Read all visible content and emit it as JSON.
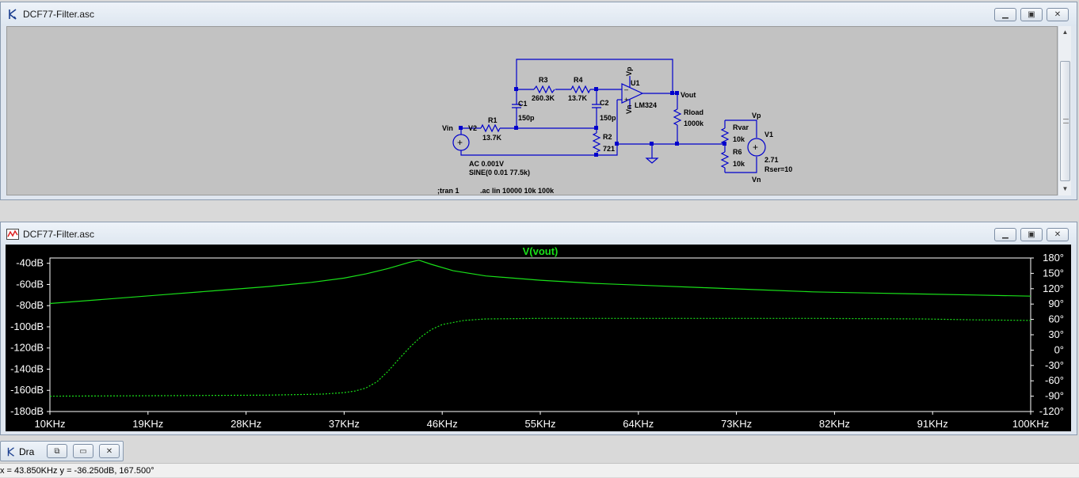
{
  "schematic_window": {
    "title": "DCF77-Filter.asc",
    "icon": "transistor-icon",
    "labels": {
      "r3": "R3",
      "r3_val": "260.3K",
      "r4": "R4",
      "r4_val": "13.7K",
      "u1": "U1",
      "u1_model": "LM324",
      "vp_pin": "Vp",
      "vn_pin": "Vn",
      "vout": "Vout",
      "c1": "C1",
      "c1_val": "150p",
      "c2": "C2",
      "c2_val": "150p",
      "r1": "R1",
      "r1_val": "13.7K",
      "vin": "Vin",
      "v2": "V2",
      "r2": "R2",
      "r2_val": "721",
      "rload": "Rload",
      "rload_val": "1000k",
      "rvar": "Rvar",
      "rvar_val": "10k",
      "r6": "R6",
      "r6_val": "10k",
      "vp": "Vp",
      "vn": "Vn",
      "v1": "V1",
      "v1_val": "2.71",
      "v1_rser": "Rser=10",
      "ac": "AC 0.001V",
      "sine": "SINE(0 0.01 77.5k)",
      "tran": ";tran 1",
      "acdir": ".ac lin 10000 10k 100k"
    }
  },
  "plot_window": {
    "title": "DCF77-Filter.asc",
    "icon": "waveform-icon"
  },
  "task_button": {
    "label": "Dra"
  },
  "status": {
    "text": "x = 43.850KHz    y = -36.250dB, 167.500°"
  },
  "colors": {
    "trace": "#19e019",
    "plot_bg": "#000000",
    "schematic_bg": "#c2c2c2",
    "wire": "#0000cc"
  },
  "chart_data": {
    "type": "line",
    "title": "V(vout)",
    "xlabel": "",
    "ylabel": "",
    "x_ticks": [
      "10KHz",
      "19KHz",
      "28KHz",
      "37KHz",
      "46KHz",
      "55KHz",
      "64KHz",
      "73KHz",
      "82KHz",
      "91KHz",
      "100KHz"
    ],
    "y_left_ticks": [
      "-40dB",
      "-60dB",
      "-80dB",
      "-100dB",
      "-120dB",
      "-140dB",
      "-160dB",
      "-180dB"
    ],
    "y_right_ticks": [
      "180°",
      "150°",
      "120°",
      "90°",
      "60°",
      "30°",
      "0°",
      "-30°",
      "-60°",
      "-90°",
      "-120°"
    ],
    "xlim": [
      10,
      100
    ],
    "ylim_left": [
      -180,
      -35
    ],
    "ylim_right": [
      -120,
      180
    ],
    "grid": false,
    "series": [
      {
        "name": "",
        "style": "solid",
        "axis": "left",
        "x": [
          10,
          15,
          20,
          25,
          30,
          34,
          37,
          39,
          41,
          42,
          43,
          43.85,
          45,
          47,
          50,
          55,
          60,
          65,
          70,
          75,
          80,
          85,
          90,
          95,
          100
        ],
        "y": [
          -78,
          -74,
          -70,
          -66,
          -62,
          -58,
          -54,
          -50,
          -45,
          -42,
          -39,
          -37,
          -41,
          -47,
          -52,
          -56,
          -59,
          -61,
          -63,
          -65,
          -67,
          -68,
          -69,
          -70,
          -71
        ]
      },
      {
        "name": "",
        "style": "dashed",
        "axis": "right",
        "x": [
          10,
          20,
          30,
          35,
          37,
          38,
          39,
          40,
          41,
          42,
          43,
          44,
          45,
          46,
          48,
          50,
          55,
          60,
          70,
          80,
          90,
          95,
          100
        ],
        "y": [
          -90,
          -89,
          -88,
          -86,
          -83,
          -80,
          -74,
          -62,
          -42,
          -18,
          5,
          25,
          40,
          50,
          58,
          61,
          62,
          62,
          62,
          62,
          61,
          59,
          58
        ]
      }
    ]
  }
}
